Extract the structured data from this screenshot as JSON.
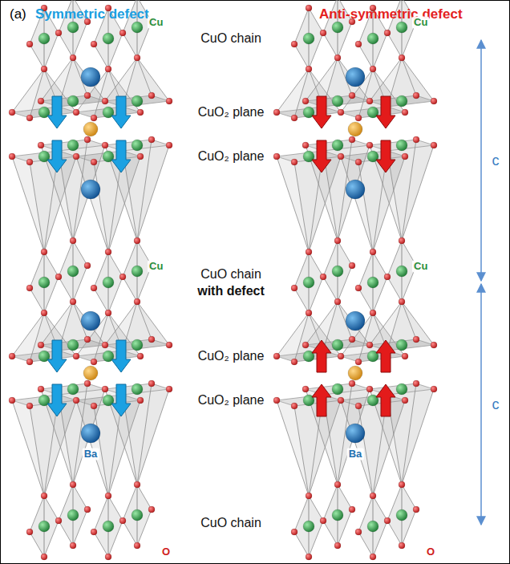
{
  "diagram": {
    "labels": [
      "(a)",
      "Symmetric defect",
      "Anti-symmetric defect",
      "CuO chain",
      "CuO₂ plane",
      "CuO₂ plane",
      "CuO chain",
      "with defect",
      "CuO₂ plane",
      "CuO₂ plane",
      "CuO chain",
      "Cu",
      "Cu",
      "Ba",
      "O",
      "Cu",
      "Cu",
      "Ba",
      "O",
      "c",
      "c"
    ]
  }
}
